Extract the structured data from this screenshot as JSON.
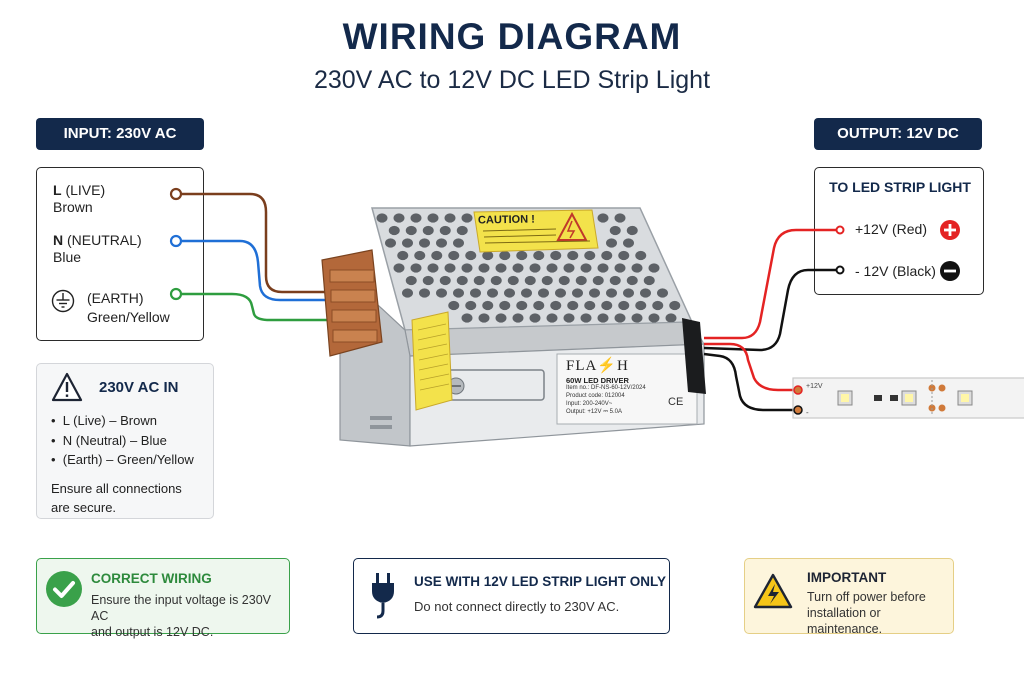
{
  "title": "WIRING DIAGRAM",
  "subtitle": "230V AC to 12V DC LED Strip Light",
  "input": {
    "badge": "INPUT: 230V AC",
    "wires": [
      {
        "code": "L",
        "name": "(LIVE)",
        "color_label": "Brown",
        "color": "#7a3e1d"
      },
      {
        "code": "N",
        "name": "(NEUTRAL)",
        "color_label": "Blue",
        "color": "#1f6fd6"
      },
      {
        "code": "",
        "name": "(EARTH)",
        "color_label": "Green/Yellow",
        "color": "#2e9d3f"
      }
    ]
  },
  "output": {
    "badge": "OUTPUT: 12V DC",
    "box_title": "TO LED STRIP LIGHT",
    "positive": "+12V (Red)",
    "negative": "- 12V (Black)",
    "positive_color": "#e42323",
    "negative_color": "#111111"
  },
  "info": {
    "title": "230V AC IN",
    "bullets": [
      "L (Live) – Brown",
      "N (Neutral) – Blue",
      "(Earth) – Green/Yellow"
    ],
    "note_line1": "Ensure all connections",
    "note_line2": "are secure."
  },
  "driver": {
    "caution": "CAUTION !",
    "brand": "FLA⚡H",
    "model": "60W LED DRIVER",
    "item_no": "Item no.: DF-NS-60-12V/2024",
    "product_code": "Product code: 012004",
    "input_spec": "Input: 200-240V~",
    "output_spec": "Output: +12V ⎓ 5.0A",
    "ce_mark": "CE"
  },
  "strip": {
    "plus_label": "+12V",
    "minus_label": "-"
  },
  "cards": {
    "correct": {
      "title": "CORRECT WIRING",
      "line1": "Ensure the input voltage is 230V AC",
      "line2": "and output is 12V DC."
    },
    "use": {
      "title": "USE WITH 12V LED STRIP LIGHT ONLY",
      "line1": "Do not connect directly to 230V AC."
    },
    "important": {
      "title": "IMPORTANT",
      "line1": "Turn off power before",
      "line2": "installation or maintenance."
    }
  }
}
